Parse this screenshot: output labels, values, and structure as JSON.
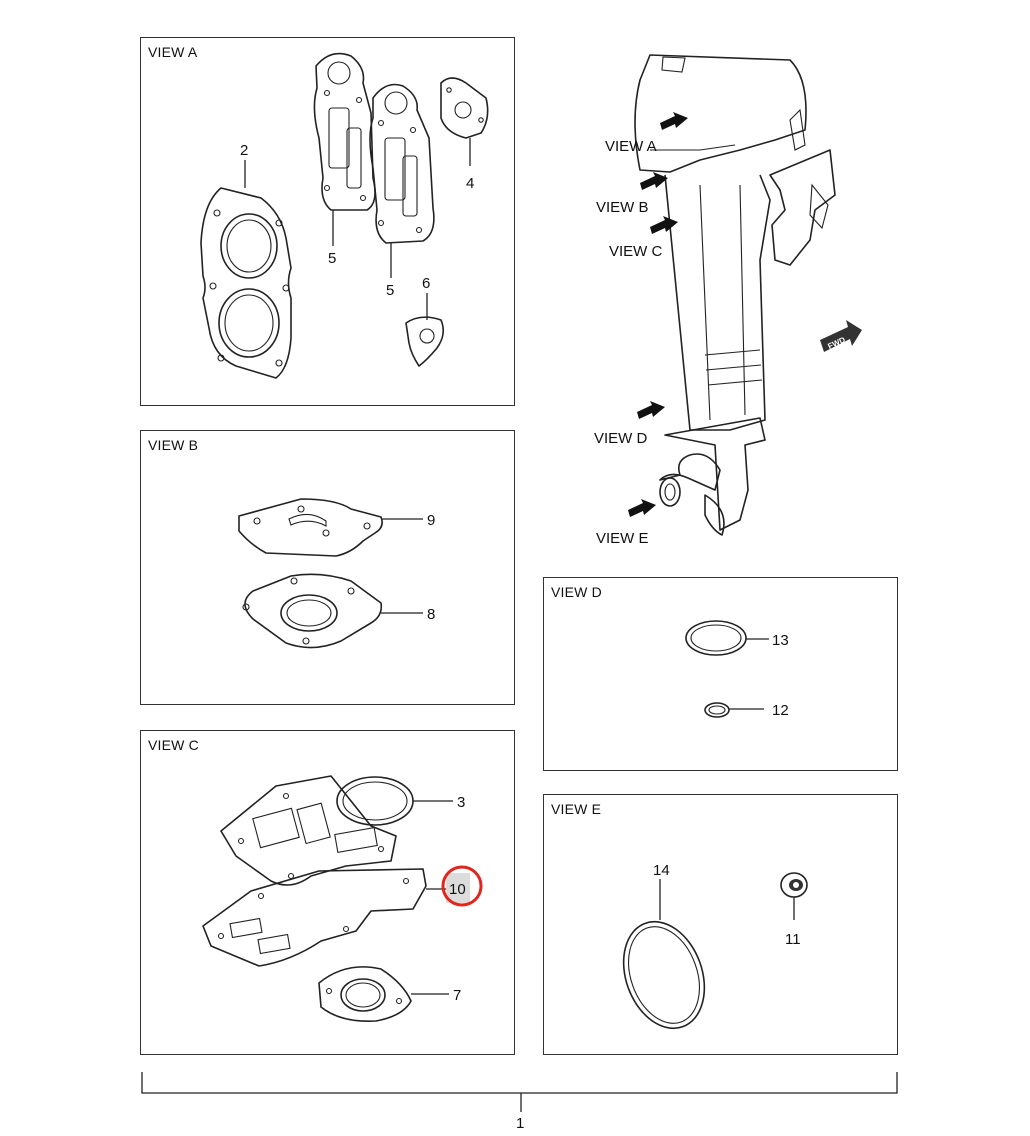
{
  "panels": {
    "view_a": {
      "title": "VIEW A"
    },
    "view_b": {
      "title": "VIEW B"
    },
    "view_c": {
      "title": "VIEW C"
    },
    "view_d": {
      "title": "VIEW D"
    },
    "view_e": {
      "title": "VIEW E"
    }
  },
  "motor_labels": {
    "view_a": "VIEW A",
    "view_b": "VIEW B",
    "view_c": "VIEW C",
    "view_d": "VIEW D",
    "view_e": "VIEW E",
    "fwd": "FWD"
  },
  "callouts": {
    "p2": "2",
    "p4": "4",
    "p5a": "5",
    "p5b": "5",
    "p6": "6",
    "p9": "9",
    "p8": "8",
    "p3": "3",
    "p10": "10",
    "p7": "7",
    "p13": "13",
    "p12": "12",
    "p14": "14",
    "p11": "11",
    "total": "1"
  },
  "highlight": {
    "part": "10",
    "color": "#e0261d"
  }
}
